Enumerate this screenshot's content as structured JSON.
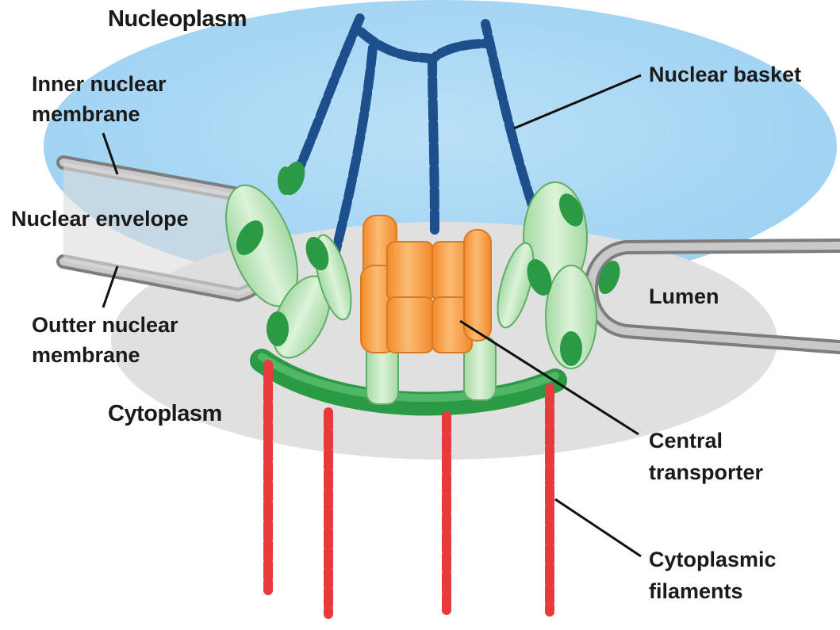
{
  "regions": {
    "nucleoplasm": "Nucleoplasm",
    "cytoplasm": "Cytoplasm"
  },
  "labels": {
    "inner_membrane_line1": "Inner nuclear",
    "inner_membrane_line2": "membrane",
    "nuclear_envelope": "Nuclear envelope",
    "outer_membrane_line1": "Outter nuclear",
    "outer_membrane_line2": "membrane",
    "nuclear_basket": "Nuclear basket",
    "lumen": "Lumen",
    "central_transporter_line1": "Central",
    "central_transporter_line2": "transporter",
    "cytoplasmic_filaments_line1": "Cytoplasmic",
    "cytoplasmic_filaments_line2": "filaments"
  },
  "colors": {
    "nucleoplasm": "#b9e0f7",
    "cytoplasm_shadow": "#e0e0e0",
    "membrane": "#bdbdbd",
    "basket": "#1d4f8c",
    "ring_light": "#bfe6bf",
    "ring_dark": "#2a9a45",
    "transporter": "#f6a04b",
    "filaments": "#e83a3a"
  }
}
